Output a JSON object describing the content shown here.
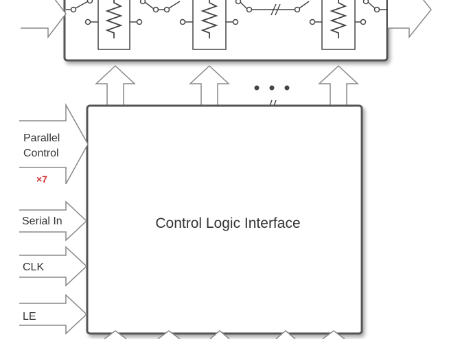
{
  "inputs": {
    "parallel_line1": "Parallel",
    "parallel_line2": "Control",
    "parallel_count": "×7",
    "serial_in": "Serial In",
    "clk": "CLK",
    "le": "LE"
  },
  "control_block": {
    "title": "Control Logic Interface"
  },
  "colors": {
    "stroke": "#555555",
    "block_shadow": "#c8c8c8",
    "accent_red": "#cc2b2b"
  }
}
